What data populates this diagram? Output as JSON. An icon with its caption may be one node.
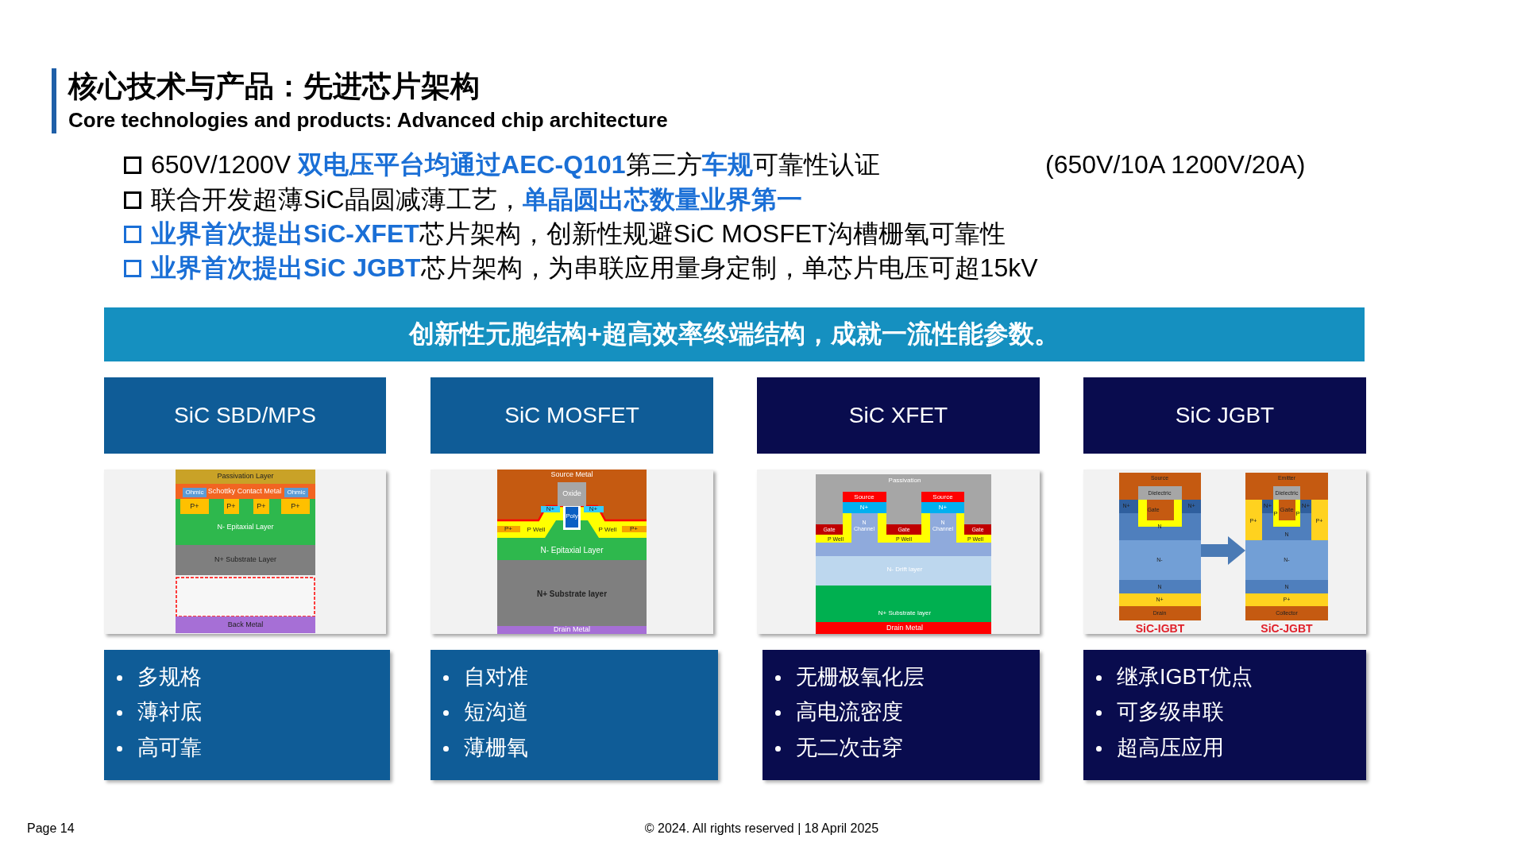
{
  "diagram": {
    "title": "核心技术与产品：先进芯片架构",
    "nodes": [
      {
        "text": [
          "创新性元胞结构+超高效率终端结构，成就一流性能参数。"
        ]
      },
      {
        "text": [
          "SiC SBD/MPS"
        ]
      },
      {
        "text": [
          "SiC MOSFET"
        ]
      },
      {
        "text": [
          "SiC XFET"
        ]
      },
      {
        "text": [
          "SiC JGBT"
        ]
      },
      {
        "text": [
          "多规格",
          "薄衬底",
          "高可靠"
        ]
      },
      {
        "text": [
          "自对准",
          "短沟道",
          "薄栅氧"
        ]
      },
      {
        "text": [
          "无栅极氧化层",
          "高电流密度",
          "无二次击穿"
        ]
      },
      {
        "text": [
          "继承IGBT优点",
          "可多级串联",
          "超高压应用"
        ]
      },
      {
        "text": [],
        "shape": "picture",
        "beside": [
          "SiC-IGBT"
        ]
      },
      {
        "text": [],
        "shape": "picture",
        "beside": [
          "SiC-JGBT"
        ]
      }
    ],
    "edges": [
      {
        "from": 9,
        "to": 10,
        "arrow": "to"
      }
    ],
    "labels": [
      "Core technologies and products: Advanced chip architecture",
      "650V/1200V **双电压平台均通过AEC-Q101**第三方**车规**可靠性认证",
      "(650V/10A  1200V/20A)",
      "联合开发超薄SiC晶圆减薄工艺，**单晶圆出芯数量业界第一**",
      "**业界首次提出SiC-XFET**芯片架构，创新性规避SiC MOSFET沟槽栅氧可靠性",
      "**业界首次提出SiC JGBT**芯片架构，为串联应用量身定制，单芯片电压可超15kV",
      "Passivation Layer",
      "Ohmic",
      "Schottky Contact Metal",
      "Ohmic",
      "P+",
      "P+",
      "P+",
      "P+",
      "N- Epitaxial Layer",
      "N+ Substrate Layer",
      "Back Metal",
      "Source Metal",
      "Oxide",
      "N+",
      "Poly",
      "N+",
      "P+",
      "P Well",
      "P Well",
      "P+",
      "N- Epitaxial Layer",
      "N+ Substrate layer",
      "Drain Metal",
      "Passivation",
      "Source",
      "Source",
      "N+",
      "N+",
      "N Channel",
      "N Channel",
      "Gate",
      "Gate",
      "Gate",
      "P Well",
      "P Well",
      "P Well",
      "N- Drift layer",
      "N+ Substrate layer",
      "Drain Metal",
      "Source",
      "Dielectric",
      "N+",
      "Gate",
      "N+",
      "N",
      "N-",
      "N",
      "N+",
      "Drain",
      "Emitter",
      "Dielectric",
      "N+",
      "P",
      "Gate",
      "P",
      "N+",
      "P+",
      "P+",
      "N",
      "N-",
      "N",
      "P+",
      "Collector",
      "Page 14",
      "© 2024. All rights reserved | 18 April 2025"
    ]
  }
}
